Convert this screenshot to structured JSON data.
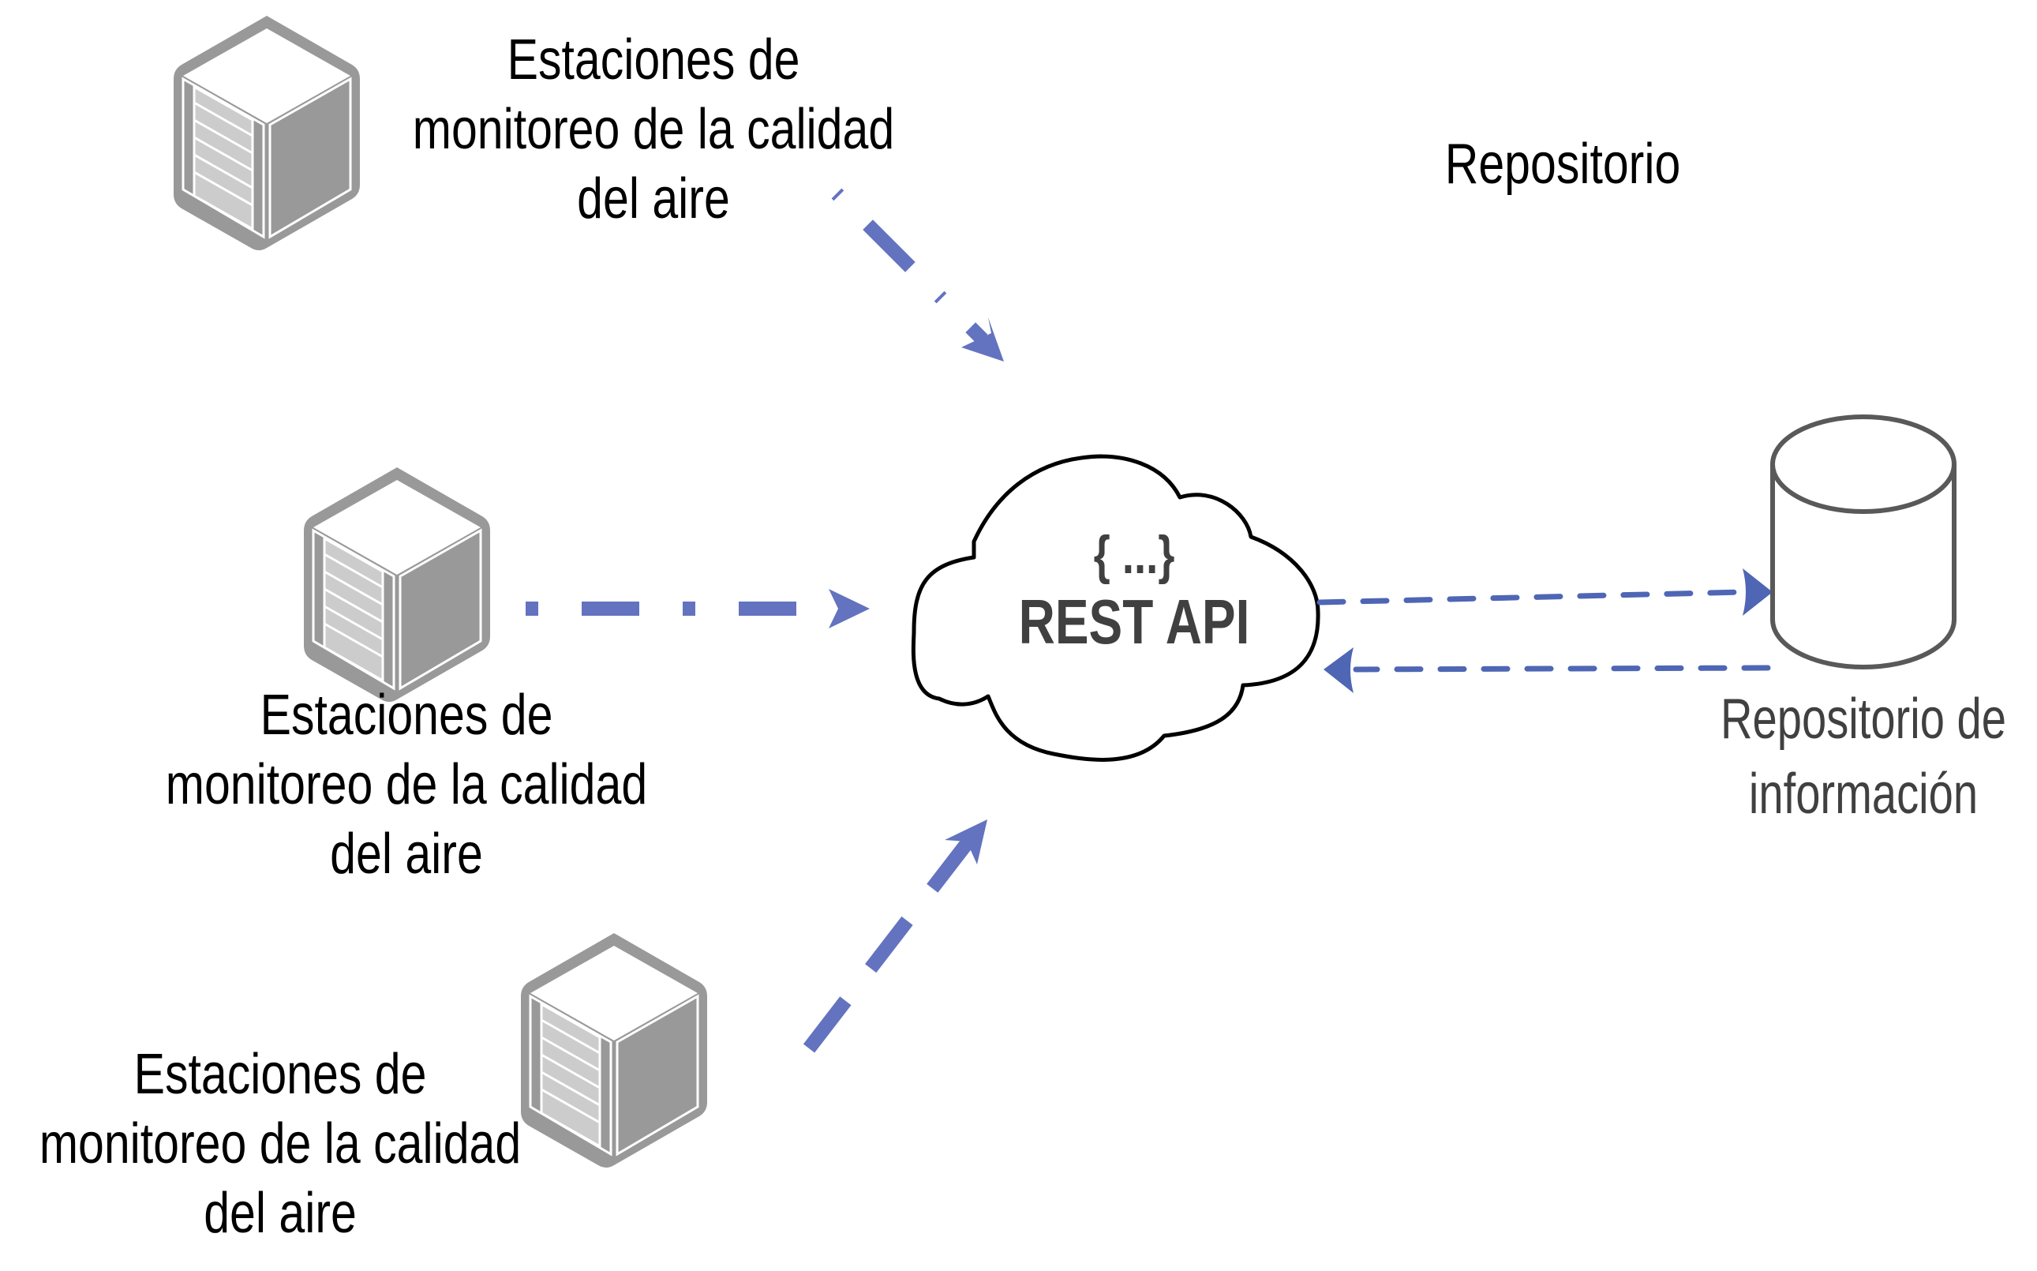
{
  "diagram": {
    "title": "Repositorio",
    "colors": {
      "station_arrow": "#6373C0",
      "repo_arrow": "#4E66B4",
      "server_frame": "#999999",
      "server_front": "#CCCCCC",
      "text_dark": "#404040",
      "cloud_stroke": "#000000",
      "db_stroke": "#595959"
    },
    "stations": [
      {
        "icon": "server-icon",
        "lines": [
          "Estaciones de",
          "monitoreo de la calidad",
          "del aire"
        ]
      },
      {
        "icon": "server-icon",
        "lines": [
          "Estaciones de",
          "monitoreo de la calidad",
          "del aire"
        ]
      },
      {
        "icon": "server-icon",
        "lines": [
          "Estaciones de",
          "monitoreo de la calidad",
          "del aire"
        ]
      }
    ],
    "api": {
      "icon": "cloud-icon",
      "braces": "{ ...}",
      "label": "REST API"
    },
    "repository": {
      "icon": "database-icon",
      "lines": [
        "Repositorio de",
        "información"
      ]
    },
    "connections": [
      {
        "from": "station-1",
        "to": "rest-api",
        "style": "dash-dot"
      },
      {
        "from": "station-2",
        "to": "rest-api",
        "style": "dash-dot"
      },
      {
        "from": "station-3",
        "to": "rest-api",
        "style": "dash-dot"
      },
      {
        "from": "rest-api",
        "to": "repository",
        "style": "dashed"
      },
      {
        "from": "repository",
        "to": "rest-api",
        "style": "dashed"
      }
    ]
  }
}
